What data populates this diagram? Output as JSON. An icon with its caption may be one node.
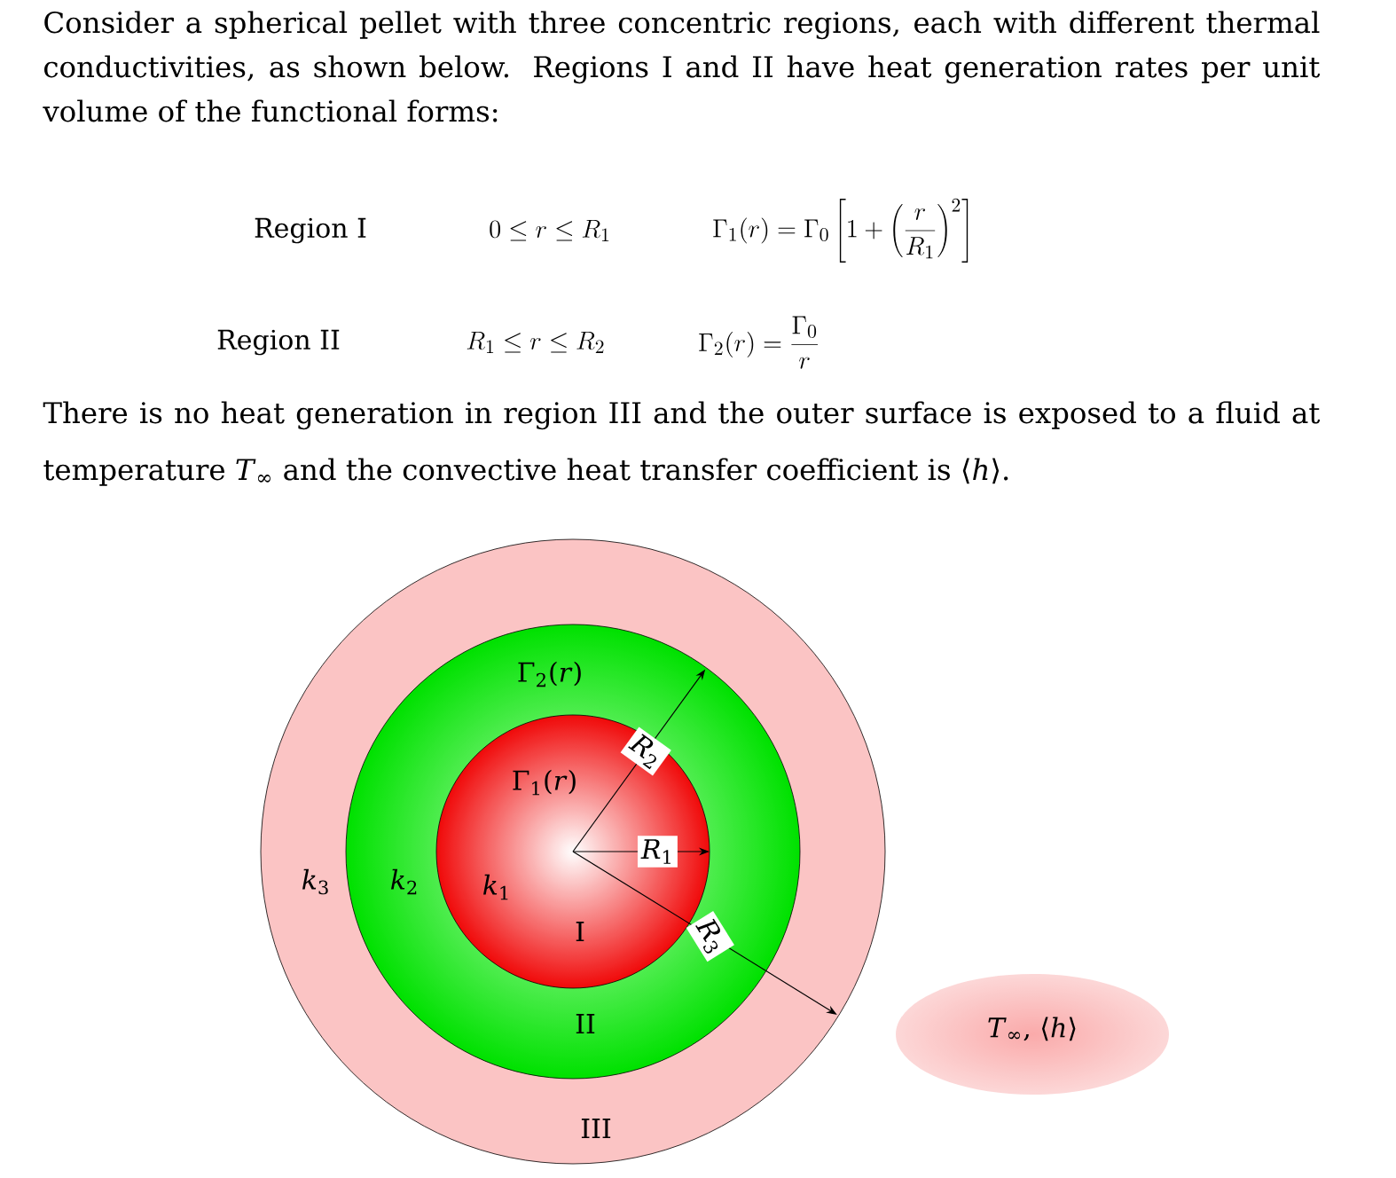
{
  "diagram": {
    "nodes": [
      {
        "text": [
          "*k*$_{3}$",
          "III"
        ]
      },
      {
        "text": [
          "Γ$_{2}$(*r*)",
          "*k*$_{2}$",
          "II"
        ],
        "in": 0
      },
      {
        "text": [
          "Γ$_{1}$(*r*)",
          "*k*$_{1}$",
          "I"
        ],
        "in": 1
      },
      {
        "text": [
          "*T*$_{∞}$, ⟨*h*⟩"
        ]
      }
    ],
    "labels": [
      "Consider a spherical pellet with three concentric regions, each with different thermal conductivities, as shown below. Regions I and II have heat generation rates per unit volume of the functional forms:",
      "Region I",
      "0\\le r\\le R_1",
      "\\Gamma_1(r)=\\Gamma_0\\left[1+\\left(\\frac{r}{R_1}\\right)^2\\right]",
      "Region II",
      "R_1\\le r\\le R_2",
      "\\Gamma_2(r)=\\frac{\\Gamma_0}{r}",
      "There is no heat generation in region III and the outer surface is exposed to a fluid at temperature *T*$_{∞}$ and the convective heat transfer coefficient is ⟨*h*⟩.",
      "*R*$_{2}$",
      "*R*$_{1}$",
      "*R*$_{3}$"
    ]
  }
}
